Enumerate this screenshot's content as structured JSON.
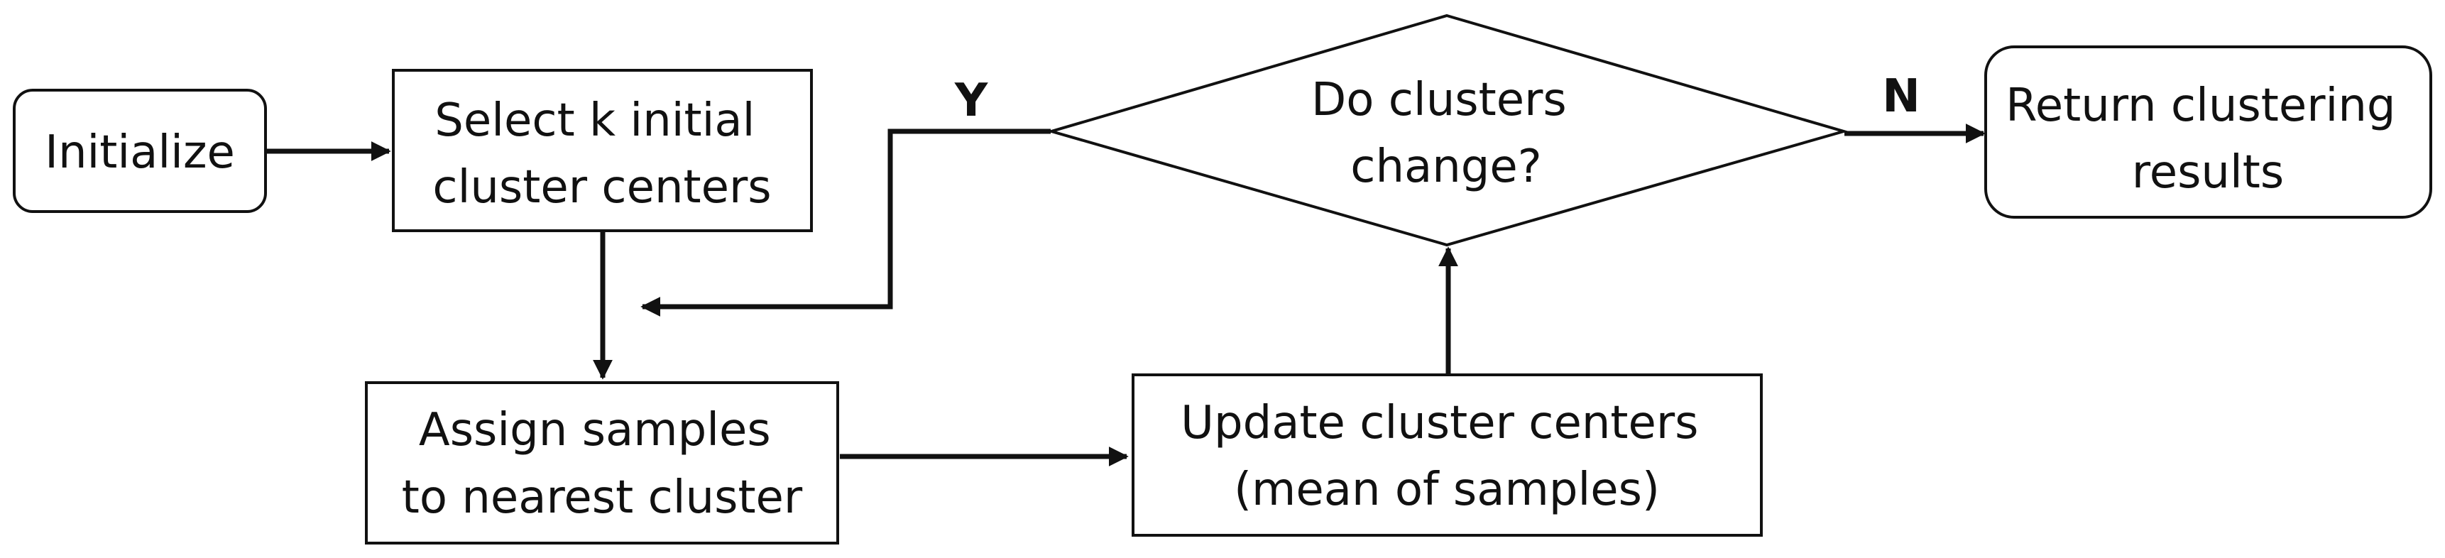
{
  "nodes": {
    "initialize": {
      "lines": [
        "Initialize"
      ]
    },
    "select_centers": {
      "lines": [
        "Select k initial",
        "cluster centers"
      ]
    },
    "assign_samples": {
      "lines": [
        "Assign samples",
        "to nearest cluster"
      ]
    },
    "update_centers": {
      "lines": [
        "Update cluster centers",
        "(mean of samples)"
      ]
    },
    "decision": {
      "lines": [
        "Do clusters",
        "change?"
      ]
    },
    "return_results": {
      "lines": [
        "Return clustering",
        "results"
      ]
    }
  },
  "edges": {
    "yes_label": "Y",
    "no_label": "N"
  },
  "colors": {
    "stroke": "#111111",
    "background": "#ffffff"
  }
}
